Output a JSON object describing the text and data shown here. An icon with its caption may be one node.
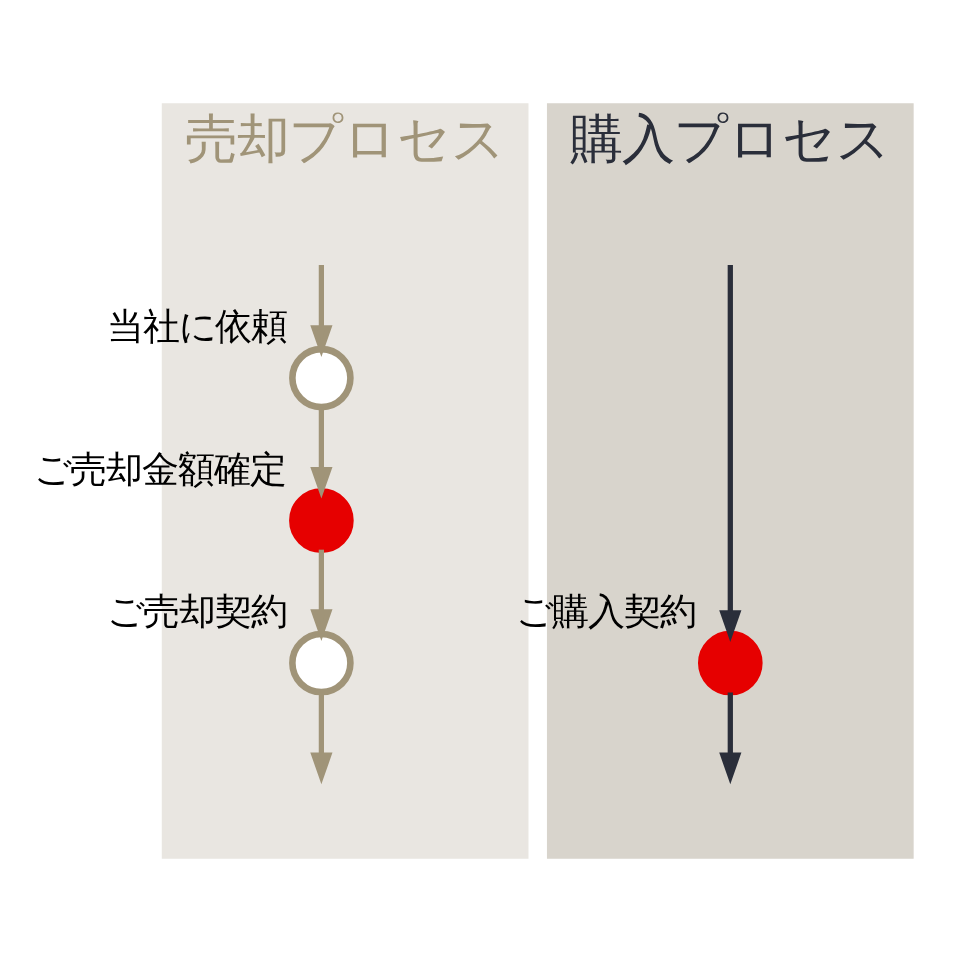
{
  "diagram": {
    "nodes": [
      {
        "text": [
          "売却プロセス"
        ]
      },
      {
        "text": [
          "購入プロセス"
        ]
      },
      {
        "text": [],
        "shape": "circle",
        "beside": [
          "当社に依頼"
        ],
        "in": 0
      },
      {
        "text": [],
        "shape": "circle",
        "beside": [
          "ご売却金額確定"
        ],
        "in": 0
      },
      {
        "text": [],
        "shape": "circle",
        "beside": [
          "ご売却契約"
        ],
        "in": 0
      },
      {
        "text": [],
        "shape": "circle",
        "beside": [
          "ご購入契約"
        ],
        "in": 1
      }
    ],
    "edges": [
      {
        "from": null,
        "to": 2,
        "arrow": "to"
      },
      {
        "from": 2,
        "to": 3,
        "arrow": "to"
      },
      {
        "from": 3,
        "to": 4,
        "arrow": "to"
      },
      {
        "from": 4,
        "to": null,
        "arrow": "to"
      },
      {
        "from": null,
        "to": 5,
        "arrow": "to",
        "color": "#2a2e3a"
      },
      {
        "from": 5,
        "to": null,
        "arrow": "to",
        "color": "#2a2e3a"
      }
    ]
  }
}
